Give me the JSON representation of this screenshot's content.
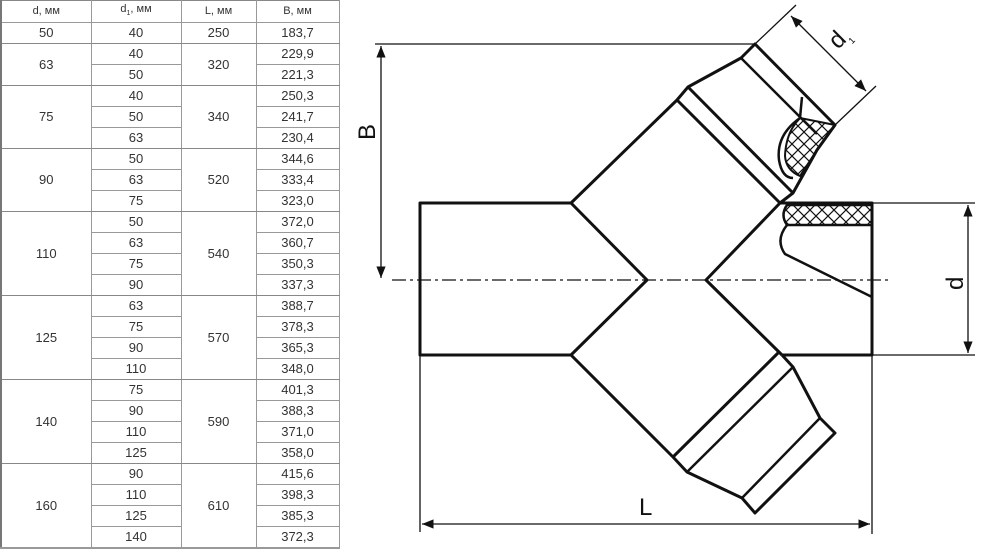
{
  "table": {
    "headers": {
      "d": "d, мм",
      "d1": "d",
      "d1_sub": "1",
      "d1_unit": ", мм",
      "L": "L, мм",
      "B": "B, мм"
    },
    "groups": [
      {
        "d": "50",
        "L": "250",
        "rows": [
          [
            "40",
            "183,7"
          ]
        ]
      },
      {
        "d": "63",
        "L": "320",
        "rows": [
          [
            "40",
            "229,9"
          ],
          [
            "50",
            "221,3"
          ]
        ]
      },
      {
        "d": "75",
        "L": "340",
        "rows": [
          [
            "40",
            "250,3"
          ],
          [
            "50",
            "241,7"
          ],
          [
            "63",
            "230,4"
          ]
        ]
      },
      {
        "d": "90",
        "L": "520",
        "rows": [
          [
            "50",
            "344,6"
          ],
          [
            "63",
            "333,4"
          ],
          [
            "75",
            "323,0"
          ]
        ]
      },
      {
        "d": "110",
        "L": "540",
        "rows": [
          [
            "50",
            "372,0"
          ],
          [
            "63",
            "360,7"
          ],
          [
            "75",
            "350,3"
          ],
          [
            "90",
            "337,3"
          ]
        ]
      },
      {
        "d": "125",
        "L": "570",
        "rows": [
          [
            "63",
            "388,7"
          ],
          [
            "75",
            "378,3"
          ],
          [
            "90",
            "365,3"
          ],
          [
            "110",
            "348,0"
          ]
        ]
      },
      {
        "d": "140",
        "L": "590",
        "rows": [
          [
            "75",
            "401,3"
          ],
          [
            "90",
            "388,3"
          ],
          [
            "110",
            "371,0"
          ],
          [
            "125",
            "358,0"
          ]
        ]
      },
      {
        "d": "160",
        "L": "610",
        "rows": [
          [
            "90",
            "415,6"
          ],
          [
            "110",
            "398,3"
          ],
          [
            "125",
            "385,3"
          ],
          [
            "140",
            "372,3"
          ]
        ]
      }
    ]
  },
  "drawing": {
    "label_B": "B",
    "label_d": "d",
    "label_d1": "d",
    "label_d1_sub": "1",
    "label_L": "L"
  }
}
